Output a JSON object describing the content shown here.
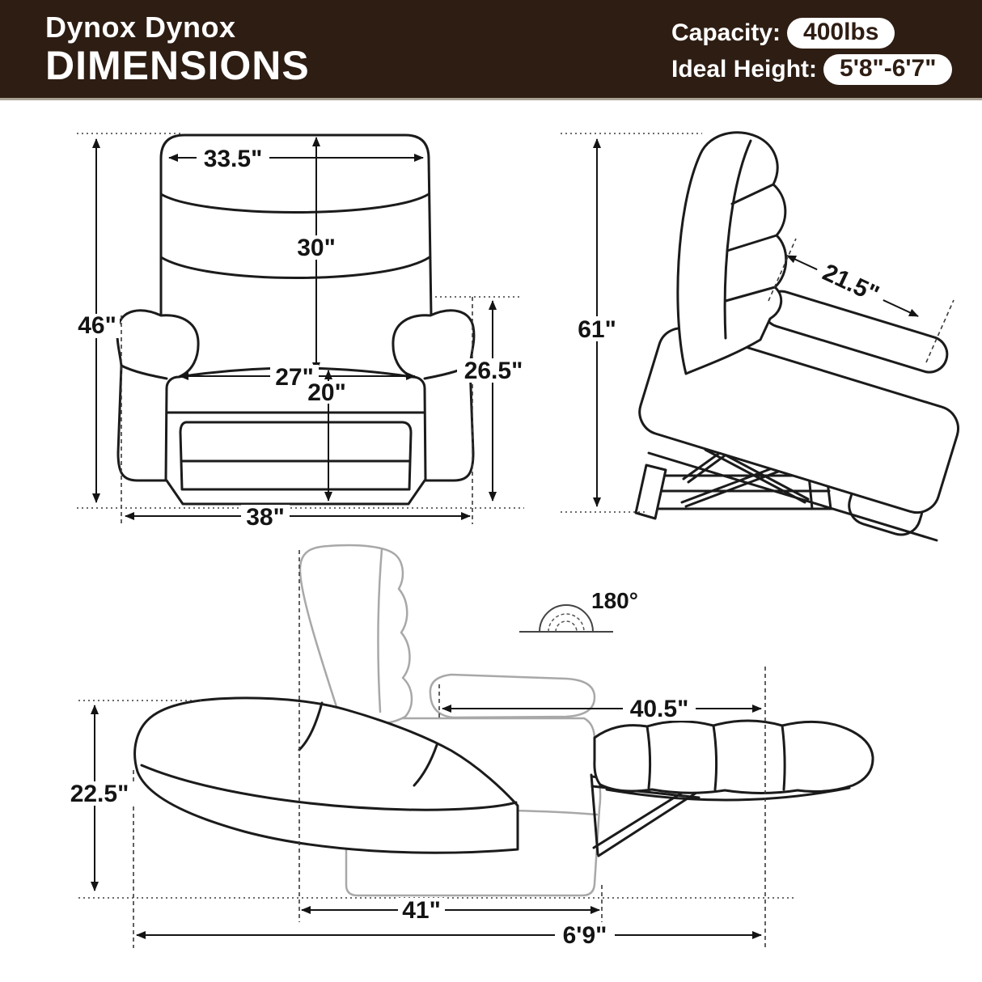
{
  "header": {
    "brand": "Dynox Dynox",
    "title": "DIMENSIONS",
    "capacity_label": "Capacity:",
    "capacity_value": "400lbs",
    "ideal_height_label": "Ideal Height:",
    "ideal_height_value": "5'8\"-6'7\""
  },
  "front_view": {
    "back_top_width": "33.5\"",
    "backrest_height": "30\"",
    "overall_height": "46\"",
    "seat_width": "27\"",
    "footrest_width": "20\"",
    "arm_height": "26.5\"",
    "overall_width": "38\""
  },
  "side_view": {
    "lift_height": "61\"",
    "back_depth": "21.5\""
  },
  "reclined_view": {
    "recline_angle": "180°",
    "recline_extension": "40.5\"",
    "footrest_height": "22.5\"",
    "base_depth": "41\"",
    "total_length": "6'9\""
  },
  "colors": {
    "header_bg": "#2e1d13",
    "line": "#1b1b1b",
    "ghost_line": "#a8a8a8"
  }
}
